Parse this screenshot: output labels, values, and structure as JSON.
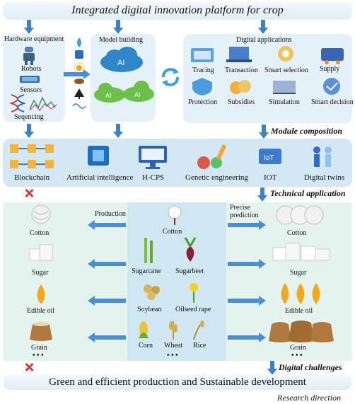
{
  "title": "Integrated digital innovation platform for crop",
  "hardware": {
    "heading": "Hardware equipment",
    "items": [
      "Robots",
      "Sensors",
      "Seqencing"
    ]
  },
  "model": {
    "heading": "Model building",
    "ai_label": "AI"
  },
  "applications": {
    "heading": "Digital applications",
    "items": [
      "Tracing",
      "Transaction",
      "Smart selection",
      "Supply",
      "Protection",
      "Subsidies",
      "Simulation",
      "Smart decision"
    ]
  },
  "module_label": "Module composition",
  "technologies": [
    "Blockchain",
    "Artificial intelligence",
    "H-CPS",
    "Genetic engineering",
    "IOT",
    "Digital twins"
  ],
  "technical_label": "Technical application",
  "left_products": [
    "Cotton",
    "Sugar",
    "Edible oil",
    "Grain"
  ],
  "right_products": [
    "Cotton",
    "Sugar",
    "Edible oil",
    "Grain"
  ],
  "ellipsis": "• • •",
  "production_label": "Production",
  "prediction_label": "Precise prediction",
  "crops": {
    "cotton": "Cotton",
    "sugarcane": "Sugarcane",
    "sugarbeet": "Sugarbeet",
    "soybean": "Soybean",
    "rape": "Oilseed rape",
    "corn": "Corn",
    "wheat": "Wheat",
    "rice": "Rice"
  },
  "challenges_label": "Digital challenges",
  "goal": "Green and efficient production and Sustainable development",
  "research_label": "Research direction",
  "colors": {
    "arrow": "#3d82c4",
    "panel": "#e4f1f8",
    "green_panel": "#e5f3ee",
    "teal_panel": "#cfe7f0",
    "cross": "#d83b3b"
  }
}
